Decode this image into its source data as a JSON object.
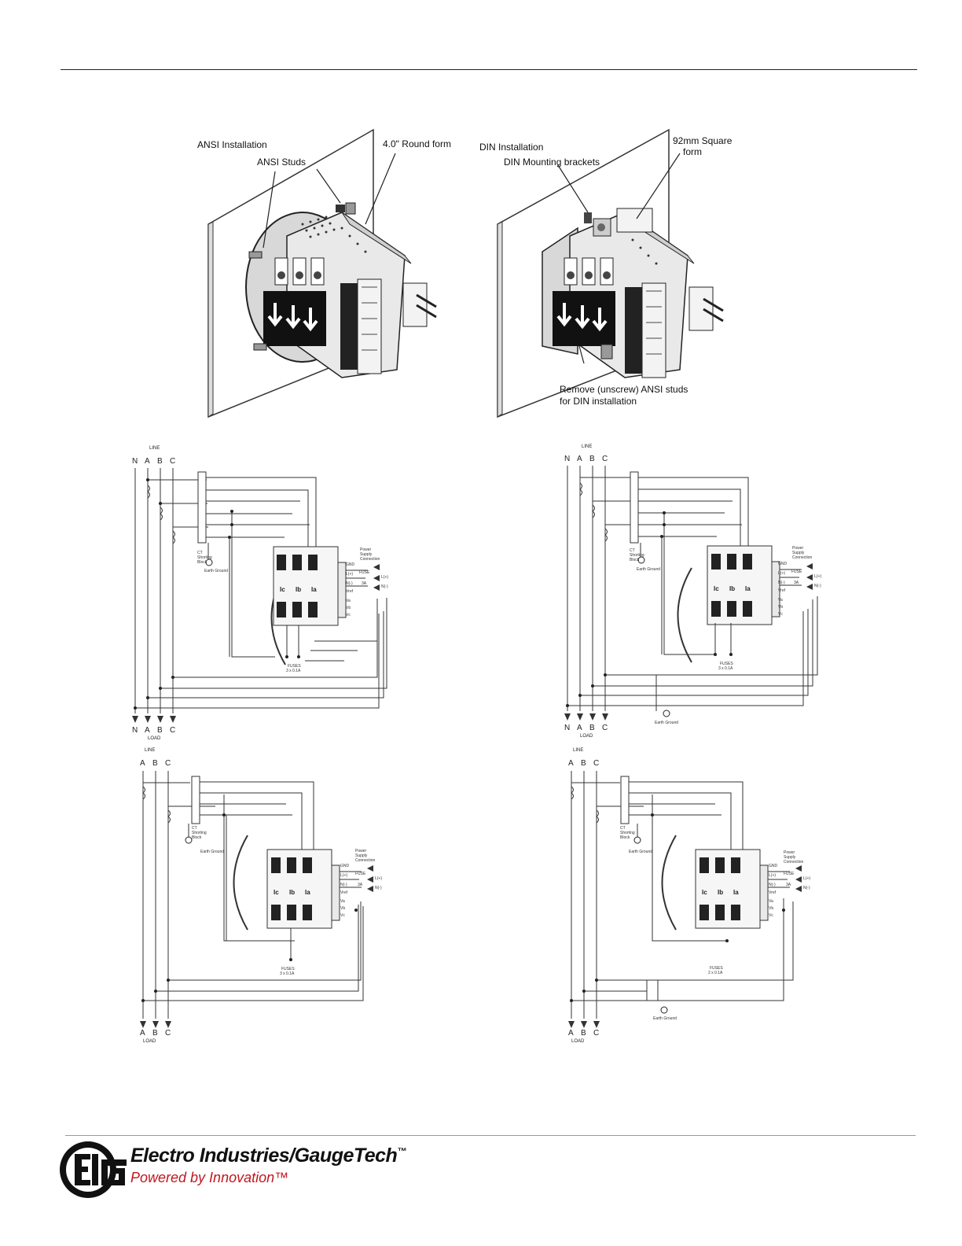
{
  "mounting": {
    "ansi": {
      "title": "ANSI Installation",
      "studs": "ANSI Studs",
      "form": "4.0\" Round form"
    },
    "din": {
      "title": "DIN Installation",
      "brackets": "DIN Mounting brackets",
      "form_line1": "92mm Square",
      "form_line2": "form",
      "remove_line1": "Remove (unscrew) ANSI studs",
      "remove_line2": "for DIN installation"
    }
  },
  "wiring": {
    "line": "LINE",
    "load": "LOAD",
    "phases4": [
      "N",
      "A",
      "B",
      "C"
    ],
    "phases3": [
      "A",
      "B",
      "C"
    ],
    "ct_block": [
      "CT",
      "Shorting",
      "Block"
    ],
    "earth_ground": "Earth Ground",
    "power_supply": [
      "Power",
      "Supply",
      "Connection"
    ],
    "fuse": "FUSE",
    "fuse_rating": "3A",
    "fuses_3": [
      "FUSES",
      "3 x 0.1A"
    ],
    "fuses_2": [
      "FUSES",
      "2 x 0.1A"
    ],
    "terminals": [
      "GND",
      "L(+)",
      "N(-)",
      "Vref",
      "Va",
      "Vb",
      "Vc"
    ],
    "ps_pins": [
      "L(+)",
      "N(-)"
    ],
    "currents": [
      "Ic",
      "Ib",
      "Ia"
    ]
  },
  "footer": {
    "brand": "Electro Industries/GaugeTech",
    "tm": "™",
    "tagline": "Powered by Innovation™"
  }
}
